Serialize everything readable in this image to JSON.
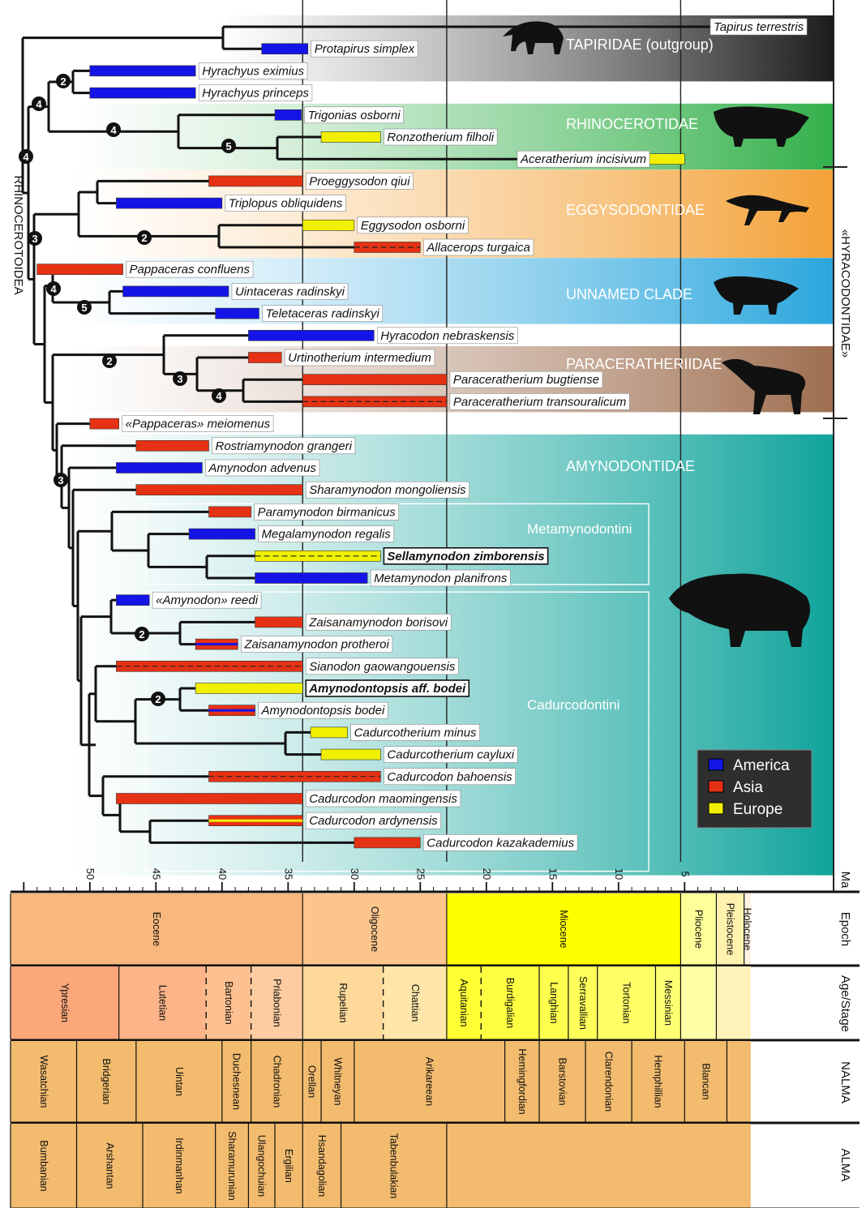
{
  "labels": {
    "ma": "Ma",
    "rhinocerotoidea": "RHINOCEROTOIDEA",
    "hyracodontidae": "«HYRACODONTIDAE»",
    "epoch": "Epoch",
    "age_stage": "Age/Stage",
    "nalma": "NALMA",
    "alma": "ALMA"
  },
  "legend": [
    {
      "name": "America",
      "color": "#1414e6"
    },
    {
      "name": "Asia",
      "color": "#e63214"
    },
    {
      "name": "Europe",
      "color": "#f0f000"
    }
  ],
  "clades": [
    {
      "name": "TAPIRIDAE (outgroup)",
      "from": 0,
      "to": 2,
      "colors": [
        "#ffffff",
        "#1c1c1c"
      ],
      "silhouette": "tapir"
    },
    {
      "name": "RHINOCEROTIDAE",
      "from": 4,
      "to": 6,
      "colors": [
        "#ffffff",
        "#33b04a"
      ],
      "silhouette": "rhino"
    },
    {
      "name": "EGGYSODONTIDAE",
      "from": 7,
      "to": 10,
      "colors": [
        "#ffffff",
        "#f3a136"
      ],
      "silhouette": "eggysodon"
    },
    {
      "name": "UNNAMED CLADE",
      "from": 11,
      "to": 13,
      "colors": [
        "#ffffff",
        "#2aa6dd"
      ],
      "silhouette": "unnamed"
    },
    {
      "name": "PARACERATHERIIDAE",
      "from": 15,
      "to": 17,
      "colors": [
        "#ffffff",
        "#9e6e4f"
      ],
      "silhouette": "paraceratherium"
    },
    {
      "name": "AMYNODONTIDAE",
      "from": 19,
      "to": 38,
      "colors": [
        "#ffffff",
        "#0fa39b"
      ],
      "silhouette": "amynodon"
    }
  ],
  "subclades": [
    {
      "name": "Metamynodontini",
      "from": 22,
      "to": 25
    },
    {
      "name": "Cadurcodontini",
      "from": 26,
      "to": 38
    }
  ],
  "taxa": [
    {
      "name": "Tapirus terrestris",
      "bars": [
        {
          "from": 1,
          "to": 0,
          "region": "America"
        }
      ]
    },
    {
      "name": "Protapirus simplex",
      "bars": [
        {
          "from": 37,
          "to": 33.5,
          "region": "America"
        }
      ]
    },
    {
      "name": "Hyrachyus eximius",
      "bars": [
        {
          "from": 50,
          "to": 42,
          "region": "America"
        }
      ]
    },
    {
      "name": "Hyrachyus princeps",
      "bars": [
        {
          "from": 50,
          "to": 42,
          "region": "America"
        }
      ]
    },
    {
      "name": "Trigonias osborni",
      "bars": [
        {
          "from": 36,
          "to": 34,
          "region": "America"
        }
      ]
    },
    {
      "name": "Ronzotherium filholi",
      "bars": [
        {
          "from": 32.5,
          "to": 28,
          "region": "Europe"
        }
      ]
    },
    {
      "name": "Aceratherium incisivum",
      "bars": [
        {
          "from": 11,
          "to": 5,
          "region": "Europe"
        }
      ]
    },
    {
      "name": "Proeggysodon qiui",
      "bars": [
        {
          "from": 41,
          "to": 33.9,
          "region": "Asia"
        }
      ]
    },
    {
      "name": "Triplopus obliquidens",
      "bars": [
        {
          "from": 48,
          "to": 40,
          "region": "America"
        }
      ]
    },
    {
      "name": "Eggysodon osborni",
      "bars": [
        {
          "from": 33.9,
          "to": 30,
          "region": "Europe"
        }
      ]
    },
    {
      "name": "Allacerops turgaica",
      "bars": [
        {
          "from": 30,
          "to": 25,
          "region": "Asia",
          "dashed": true
        }
      ]
    },
    {
      "name": "Pappaceras confluens",
      "bars": [
        {
          "from": 54,
          "to": 47.5,
          "region": "Asia"
        }
      ]
    },
    {
      "name": "Uintaceras radinskyi",
      "bars": [
        {
          "from": 47.5,
          "to": 39.5,
          "region": "America"
        }
      ]
    },
    {
      "name": "Teletaceras radinskyi",
      "bars": [
        {
          "from": 40.5,
          "to": 37.2,
          "region": "America"
        }
      ]
    },
    {
      "name": "Hyracodon nebraskensis",
      "bars": [
        {
          "from": 38,
          "to": 28.5,
          "region": "America"
        }
      ]
    },
    {
      "name": "Urtinotherium intermedium",
      "bars": [
        {
          "from": 38,
          "to": 35.5,
          "region": "Asia"
        }
      ]
    },
    {
      "name": "Paraceratherium bugtiense",
      "bars": [
        {
          "from": 33.9,
          "to": 23,
          "region": "Asia"
        }
      ]
    },
    {
      "name": "Paraceratherium transouralicum",
      "bars": [
        {
          "from": 33.9,
          "to": 23,
          "region": "Asia",
          "dashed": true
        }
      ]
    },
    {
      "name": "«Pappaceras» meiomenus",
      "bars": [
        {
          "from": 50,
          "to": 47.8,
          "region": "Asia"
        }
      ]
    },
    {
      "name": "Rostriamynodon grangeri",
      "bars": [
        {
          "from": 46.5,
          "to": 41,
          "region": "Asia"
        }
      ]
    },
    {
      "name": "Amynodon advenus",
      "bars": [
        {
          "from": 48,
          "to": 41.5,
          "region": "America"
        }
      ]
    },
    {
      "name": "Sharamynodon mongoliensis",
      "bars": [
        {
          "from": 46.5,
          "to": 33.9,
          "region": "Asia"
        }
      ]
    },
    {
      "name": "Paramynodon birmanicus",
      "bars": [
        {
          "from": 41,
          "to": 37.8,
          "region": "Asia"
        }
      ]
    },
    {
      "name": "Megalamynodon regalis",
      "bars": [
        {
          "from": 42.5,
          "to": 37.5,
          "region": "America"
        }
      ]
    },
    {
      "name": "Sellamynodon zimborensis",
      "bars": [
        {
          "from": 37.5,
          "to": 28,
          "region": "Europe",
          "dashed": true
        }
      ],
      "bold": true
    },
    {
      "name": "Metamynodon planifrons",
      "bars": [
        {
          "from": 37.5,
          "to": 29,
          "region": "America"
        }
      ]
    },
    {
      "name": "«Amynodon» reedi",
      "bars": [
        {
          "from": 48,
          "to": 45.5,
          "region": "America"
        }
      ]
    },
    {
      "name": "Zaisanamynodon borisovi",
      "bars": [
        {
          "from": 37.5,
          "to": 33.9,
          "region": "Asia"
        }
      ]
    },
    {
      "name": "Zaisanamynodon protheroi",
      "bars": [
        {
          "from": 42,
          "to": 38.8,
          "region": "Asia",
          "mixed": "America"
        }
      ]
    },
    {
      "name": "Sianodon gaowangouensis",
      "bars": [
        {
          "from": 48,
          "to": 33.9,
          "region": "Asia",
          "dashed": true
        }
      ]
    },
    {
      "name": "Amynodontopsis aff. bodei",
      "bars": [
        {
          "from": 42,
          "to": 33.9,
          "region": "Europe"
        }
      ],
      "bold": true
    },
    {
      "name": "Amynodontopsis bodei",
      "bars": [
        {
          "from": 41,
          "to": 37.5,
          "region": "Asia",
          "mixed": "America"
        }
      ]
    },
    {
      "name": "Cadurcotherium minus",
      "bars": [
        {
          "from": 33.3,
          "to": 30.5,
          "region": "Europe"
        }
      ]
    },
    {
      "name": "Cadurcotherium cayluxi",
      "bars": [
        {
          "from": 32.5,
          "to": 28,
          "region": "Europe"
        }
      ]
    },
    {
      "name": "Cadurcodon bahoensis",
      "bars": [
        {
          "from": 41,
          "to": 28,
          "region": "Asia",
          "dashed": true
        }
      ]
    },
    {
      "name": "Cadurcodon maomingensis",
      "bars": [
        {
          "from": 48,
          "to": 33.9,
          "region": "Asia"
        }
      ]
    },
    {
      "name": "Cadurcodon ardynensis",
      "bars": [
        {
          "from": 41,
          "to": 33.9,
          "region": "Asia",
          "mixed": "Europe"
        }
      ]
    },
    {
      "name": "Cadurcodon kazakademius",
      "bars": [
        {
          "from": 30,
          "to": 25,
          "region": "Asia"
        }
      ]
    }
  ],
  "axis": {
    "ticks": [
      50,
      45,
      40,
      35,
      30,
      25,
      20,
      15,
      10,
      5
    ],
    "max": 56,
    "min": 0,
    "boundaries": [
      33.9,
      23,
      5.3
    ]
  },
  "node_support": [
    {
      "label": "4"
    },
    {
      "label": "2"
    },
    {
      "label": "4"
    },
    {
      "label": "4"
    },
    {
      "label": "5"
    },
    {
      "label": "3"
    },
    {
      "label": "2"
    },
    {
      "label": "4"
    },
    {
      "label": "5"
    },
    {
      "label": "2"
    },
    {
      "label": "3"
    },
    {
      "label": "4"
    },
    {
      "label": "3"
    },
    {
      "label": "2"
    },
    {
      "label": "2"
    }
  ],
  "timescale": {
    "epochs": [
      {
        "name": "Eocene",
        "from": 56,
        "to": 33.9,
        "color": "#f8b77c"
      },
      {
        "name": "Oligocene",
        "from": 33.9,
        "to": 23,
        "color": "#fcc58c"
      },
      {
        "name": "Miocene",
        "from": 23,
        "to": 5.3,
        "color": "#ffff00"
      },
      {
        "name": "Pliocene",
        "from": 5.3,
        "to": 2.6,
        "color": "#ffff99"
      },
      {
        "name": "Pleistocene",
        "from": 2.6,
        "to": 0.5,
        "color": "#fff2ae"
      },
      {
        "name": "Holocene",
        "from": 0.5,
        "to": 0,
        "color": "#fef2e0"
      }
    ],
    "stages": [
      {
        "name": "Ypresian",
        "from": 56,
        "to": 47.8,
        "color": "#fca77a"
      },
      {
        "name": "Lutetian",
        "from": 47.8,
        "to": 41.2,
        "color": "#fcb488"
      },
      {
        "name": "Bartonian",
        "from": 41.2,
        "to": 37.8,
        "color": "#fdc091",
        "dash_left": true
      },
      {
        "name": "Priabonian",
        "from": 37.8,
        "to": 33.9,
        "color": "#fdcda1",
        "dash_left": true
      },
      {
        "name": "Rupelian",
        "from": 33.9,
        "to": 27.8,
        "color": "#fed99a"
      },
      {
        "name": "Chattian",
        "from": 27.8,
        "to": 23,
        "color": "#fee6aa",
        "dash_left": true
      },
      {
        "name": "Aquitanian",
        "from": 23,
        "to": 20.4,
        "color": "#ffff33"
      },
      {
        "name": "Burdigalian",
        "from": 20.4,
        "to": 16,
        "color": "#ffff41",
        "dash_left": true
      },
      {
        "name": "Langhian",
        "from": 16,
        "to": 13.8,
        "color": "#ffff4d"
      },
      {
        "name": "Serravallian",
        "from": 13.8,
        "to": 11.6,
        "color": "#ffff59"
      },
      {
        "name": "Tortonian",
        "from": 11.6,
        "to": 7.2,
        "color": "#ffff66"
      },
      {
        "name": "Messinian",
        "from": 7.2,
        "to": 5.3,
        "color": "#ffff73"
      },
      {
        "name": "",
        "from": 5.3,
        "to": 2.6,
        "color": "#ffffa8"
      },
      {
        "name": "",
        "from": 2.6,
        "to": 0,
        "color": "#fff2b8"
      }
    ],
    "nalma": [
      {
        "name": "Wasatchian",
        "from": 56,
        "to": 51
      },
      {
        "name": "Bridgerian",
        "from": 51,
        "to": 46.5
      },
      {
        "name": "Uintan",
        "from": 46.5,
        "to": 40
      },
      {
        "name": "Duchesnean",
        "from": 40,
        "to": 37.8
      },
      {
        "name": "Chadronian",
        "from": 37.8,
        "to": 33.9
      },
      {
        "name": "Orellan",
        "from": 33.9,
        "to": 32.5
      },
      {
        "name": "Whitneyan",
        "from": 32.5,
        "to": 30
      },
      {
        "name": "Arikareean",
        "from": 30,
        "to": 18.6
      },
      {
        "name": "Hemingfordian",
        "from": 18.6,
        "to": 16
      },
      {
        "name": "Barstovian",
        "from": 16,
        "to": 12.5
      },
      {
        "name": "Clarendonian",
        "from": 12.5,
        "to": 9
      },
      {
        "name": "Hemphillian",
        "from": 9,
        "to": 5
      },
      {
        "name": "Blancan",
        "from": 5,
        "to": 1.8
      },
      {
        "name": "",
        "from": 1.8,
        "to": 0
      }
    ],
    "alma": [
      {
        "name": "Bumbanian",
        "from": 56,
        "to": 51
      },
      {
        "name": "Arshantan",
        "from": 51,
        "to": 46
      },
      {
        "name": "Irdinmanhan",
        "from": 46,
        "to": 40.5
      },
      {
        "name": "Sharamurunian",
        "from": 40.5,
        "to": 38
      },
      {
        "name": "Ulangochuian",
        "from": 38,
        "to": 36
      },
      {
        "name": "Ergilian",
        "from": 36,
        "to": 33.9
      },
      {
        "name": "Hsandagolian",
        "from": 33.9,
        "to": 31
      },
      {
        "name": "Tabenbulakian",
        "from": 31,
        "to": 23
      },
      {
        "name": "",
        "from": 23,
        "to": 0
      }
    ]
  }
}
